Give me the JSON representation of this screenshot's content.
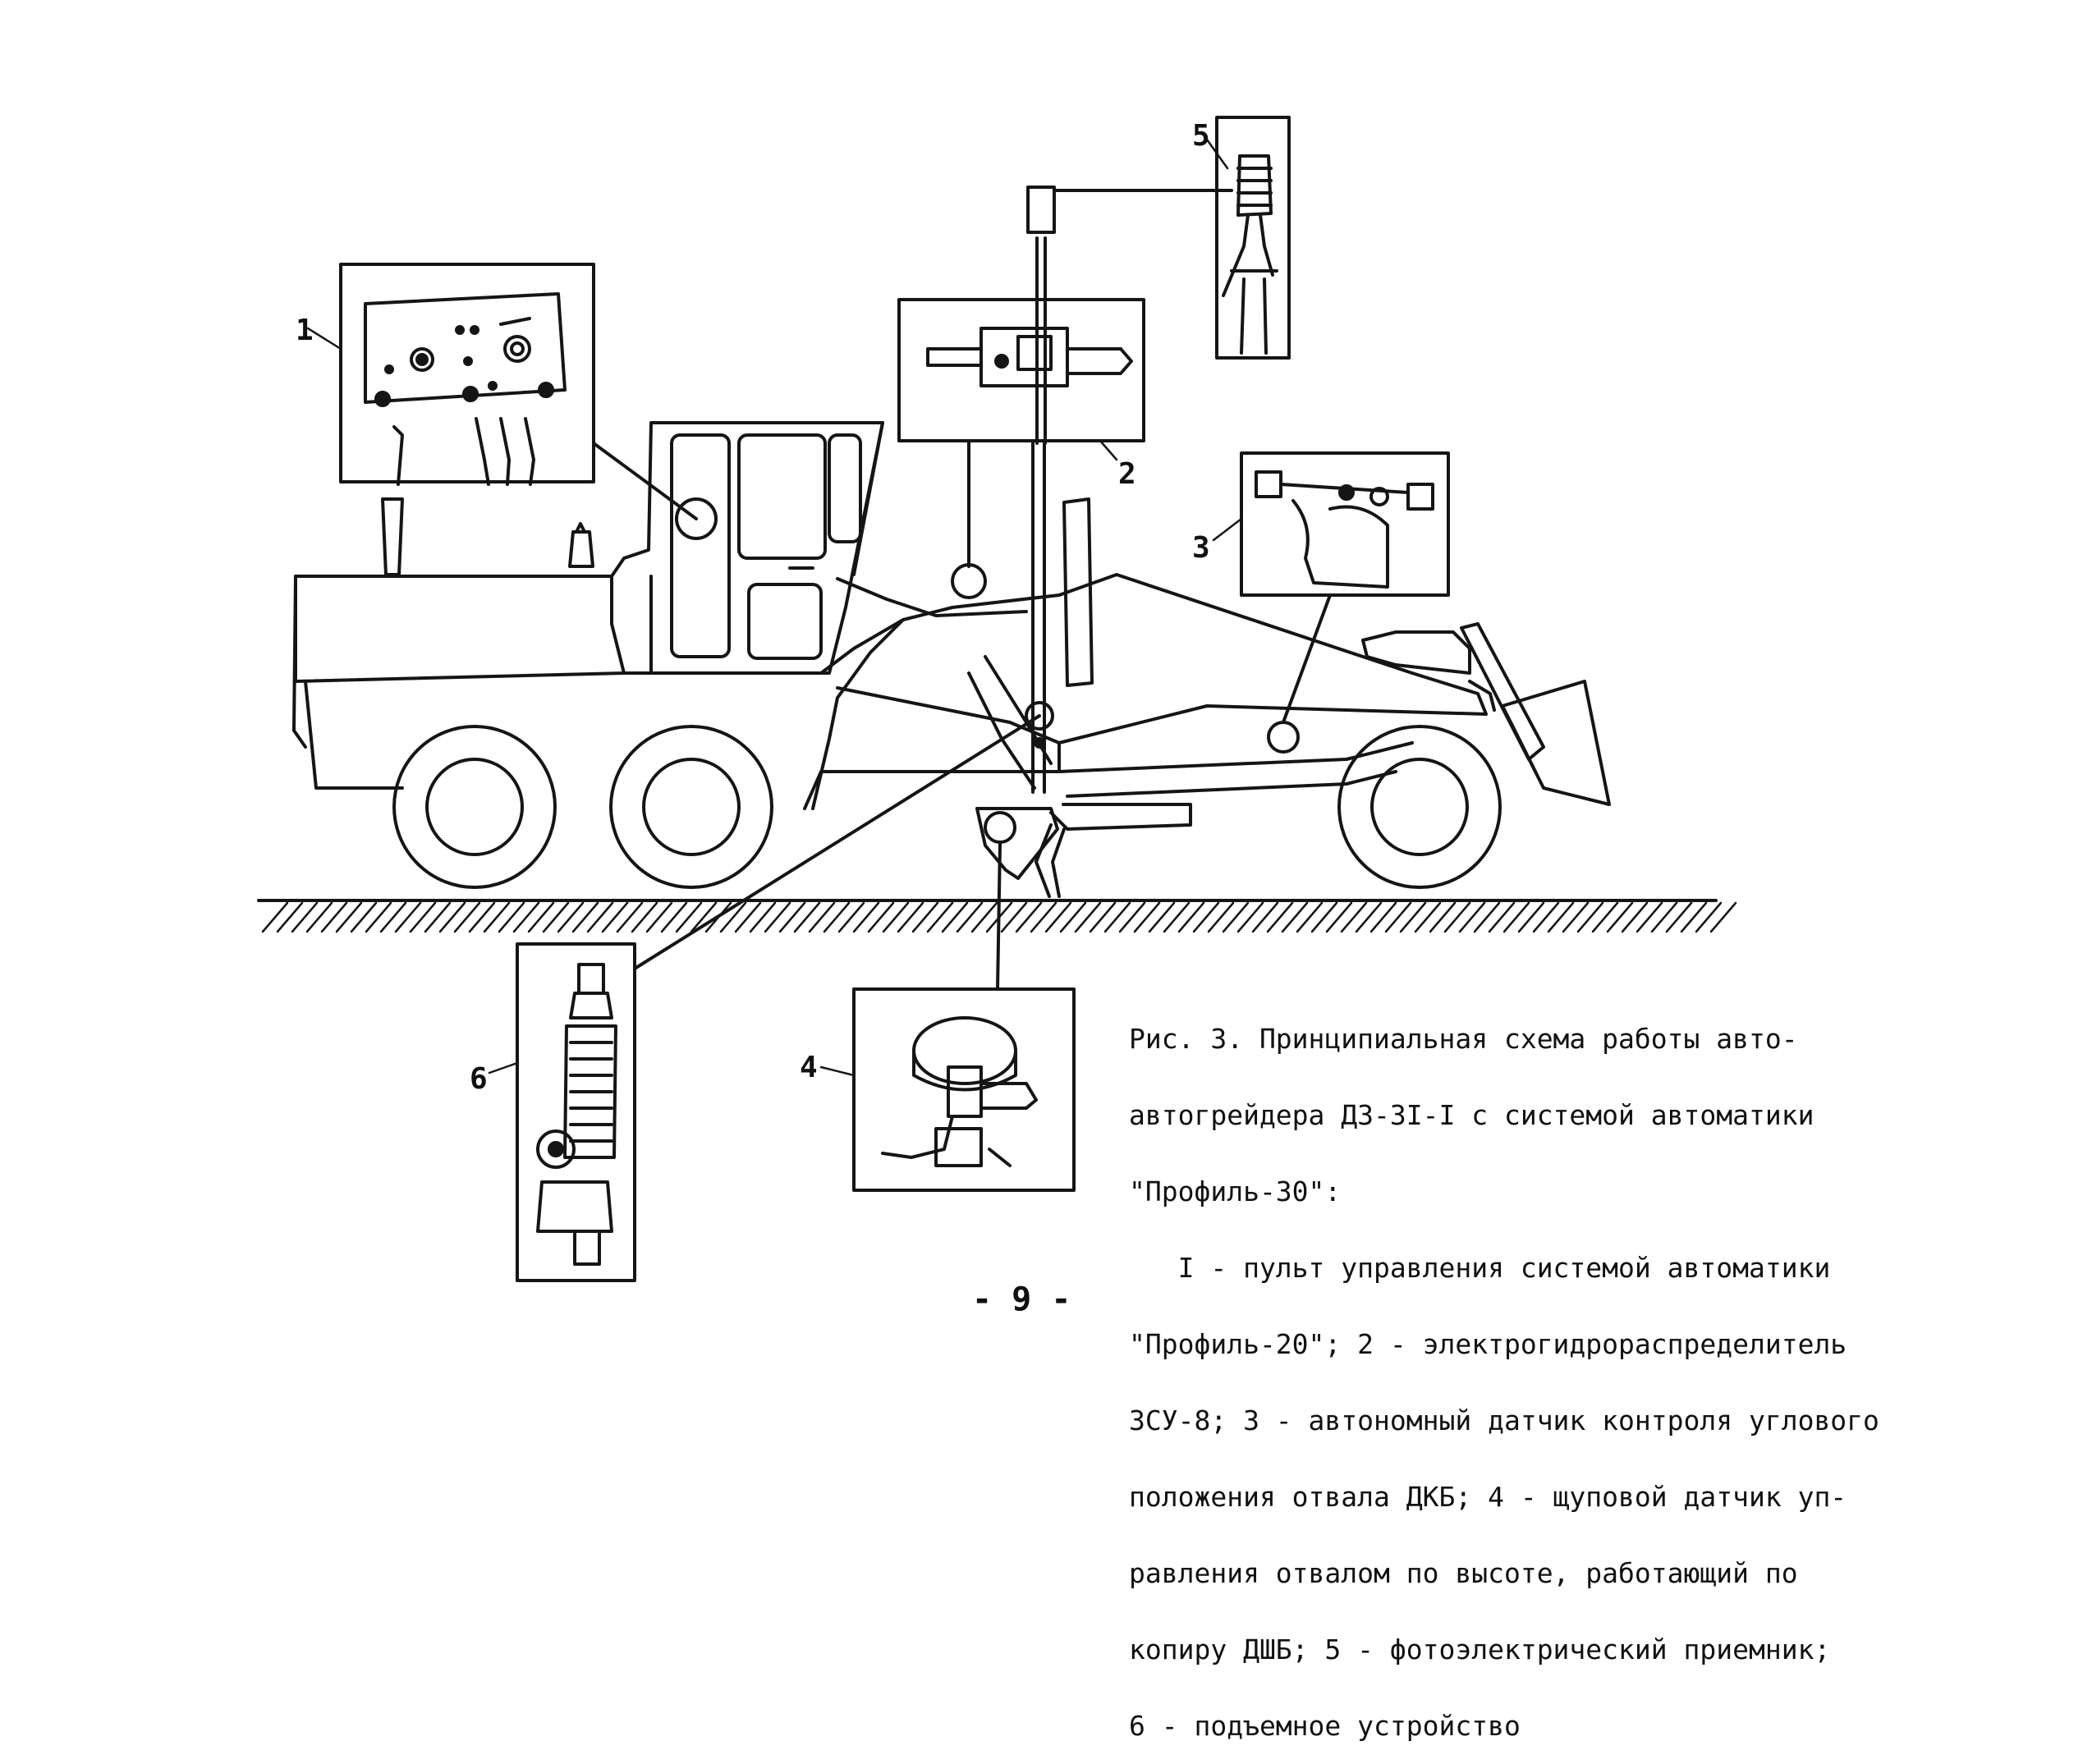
{
  "figure": {
    "callouts": {
      "c1": "1",
      "c2": "2",
      "c3": "3",
      "c4": "4",
      "c5": "5",
      "c6": "6"
    },
    "caption_lines": [
      "Рис. 3. Принципиальная схема работы авто-",
      "автогрейдера ДЗ-3I-I с системой автоматики",
      "\"Профиль-30\":",
      "   I - пульт управления системой автоматики",
      "\"Профиль-20\"; 2 - электрогидрораспределитель",
      "ЗСУ-8; 3 - автономный датчик контроля углового",
      "положения отвала ДКБ; 4 - щуповой датчик уп-",
      "равления отвалом по высоте, работающий по",
      "копиру ДШБ; 5 - фотоэлектрический приемник;",
      "6 - подъемное устройство"
    ],
    "page_number": "- 9 -"
  }
}
